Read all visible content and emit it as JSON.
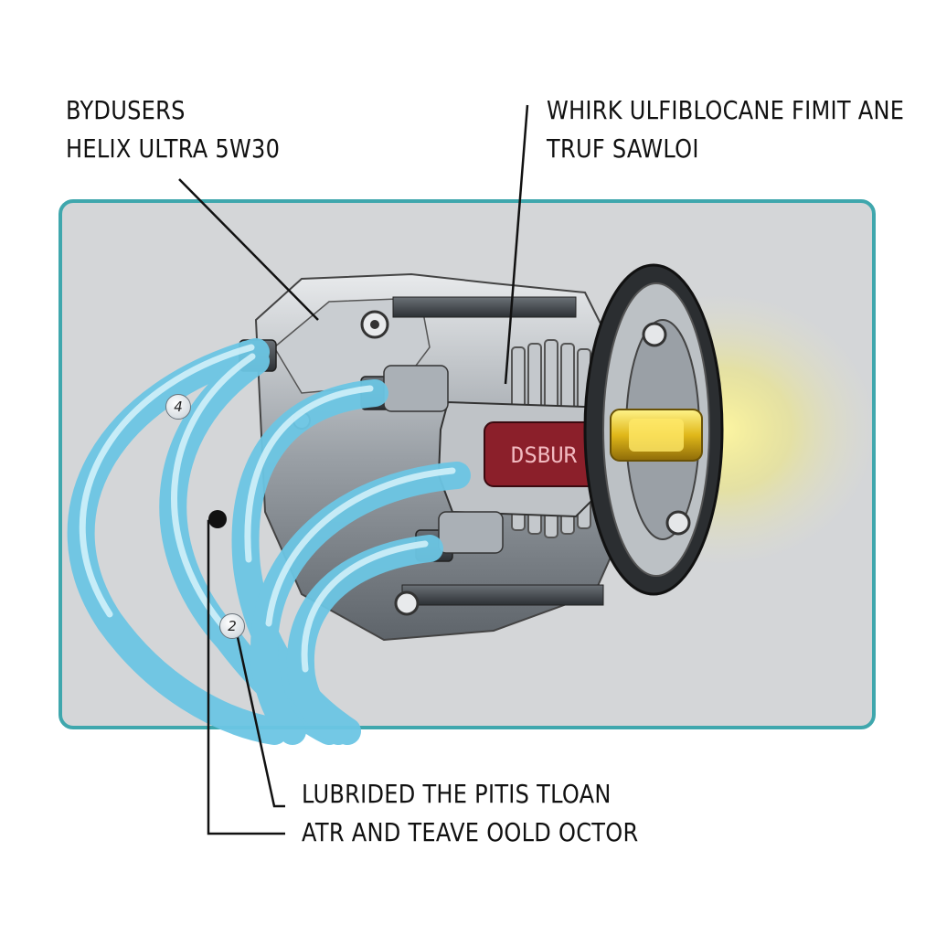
{
  "labels": {
    "top_left": {
      "line1": "BYDUSERS",
      "line2": "HELIX ULTRA 5W30"
    },
    "top_right": {
      "line1": "WHIRK ULFIBLOCANE FIMIT ANE",
      "line2": "TRUF SAWLOI"
    },
    "bottom": {
      "line1": "LUBRIDED THE PITIS TLOAN",
      "line2": "ATR AND TEAVE OOLD OCTOR"
    },
    "core_text": "DSBUR"
  },
  "badges": {
    "first": "4",
    "second": "2"
  },
  "colors": {
    "panel_fill": "#d4d6d8",
    "panel_border": "#3fa7ad",
    "hose": "#7fd0ea",
    "hose_highlight": "#d6f3fb",
    "metal": "#9ea4aa",
    "glow": "#f3e95a",
    "core": "#8b1f2a"
  }
}
